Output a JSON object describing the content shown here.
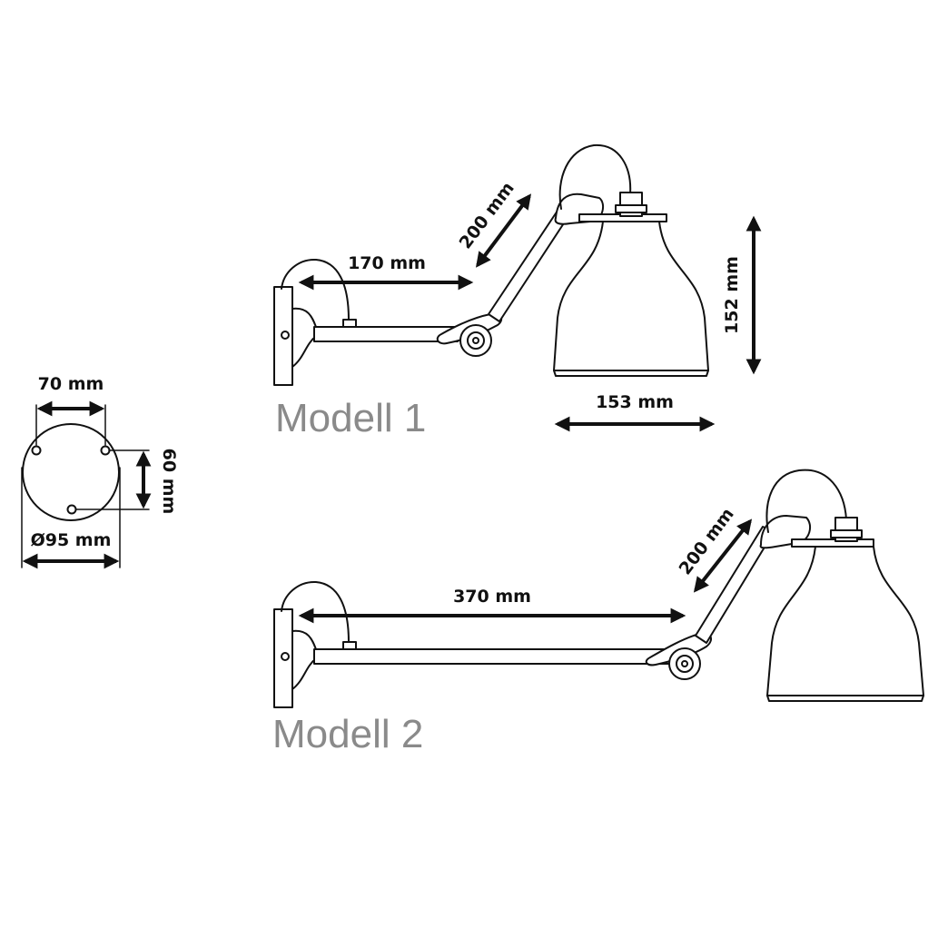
{
  "mount_plate": {
    "hole_spacing": "70 mm",
    "hole_height": "60 mm",
    "diameter": "Ø95 mm"
  },
  "model_1": {
    "title": "Modell 1",
    "arm_length": "170 mm",
    "upper_arm_length": "200 mm",
    "shade_height": "152 mm",
    "shade_diameter": "153 mm"
  },
  "model_2": {
    "title": "Modell 2",
    "arm_length": "370 mm",
    "upper_arm_length": "200 mm"
  },
  "colors": {
    "line": "#111111",
    "label_gray": "#8a8a8a",
    "background": "#ffffff"
  }
}
